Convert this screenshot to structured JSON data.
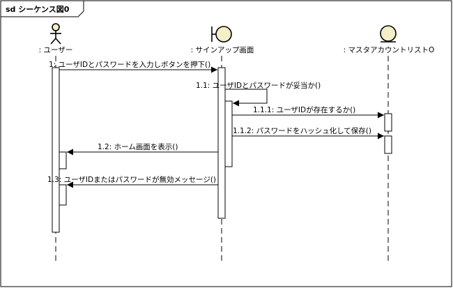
{
  "frame": {
    "title": "sd シーケンス図0"
  },
  "lifelines": [
    {
      "label": ": ユーザー",
      "icon": "actor-icon"
    },
    {
      "label": ": サインアップ画面",
      "icon": "boundary-icon"
    },
    {
      "label": ": マスタアカウントリストO",
      "icon": "entity-icon"
    }
  ],
  "messages": [
    {
      "label": "1: ユーザIDとパスワードを入力しボタンを押下()"
    },
    {
      "label": "1.1: ユーザIDとパスワードが妥当か()"
    },
    {
      "label": "1.1.1: ユーザIDが存在するか()"
    },
    {
      "label": "1.1.2: パスワードをハッシュ化して保存()"
    },
    {
      "label": "1.2: ホーム画面を表示()"
    },
    {
      "label": "1.3: ユーザIDまたはパスワードが無効メッセージ()"
    }
  ],
  "colors": {
    "icon_fill": "#f3efc6",
    "line": "#000000",
    "activation": "#ffffff"
  }
}
